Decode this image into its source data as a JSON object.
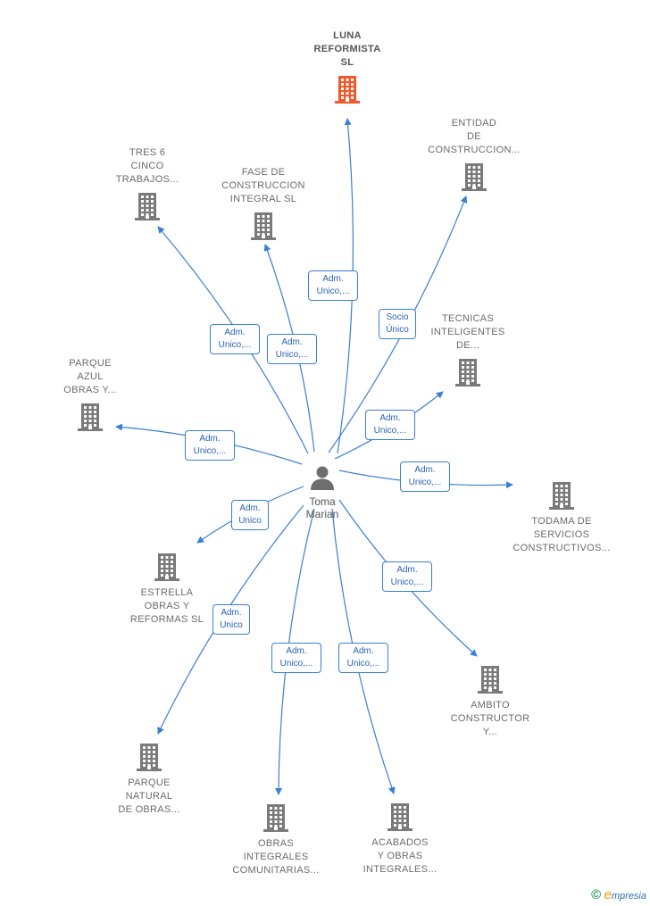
{
  "center": {
    "label": "Toma\nMarian",
    "icon": "person-icon"
  },
  "colors": {
    "edge": "#3a7fd5",
    "building": "#7a7a7a",
    "highlight_building": "#f05a2a"
  },
  "nodes": [
    {
      "id": "luna",
      "label": "LUNA\nREFORMISTA\nSL",
      "highlight": true,
      "role": "Adm.\nUnico,..."
    },
    {
      "id": "entidad",
      "label": "ENTIDAD\nDE\nCONSTRUCCION...",
      "role": "Socio\nÚnico"
    },
    {
      "id": "tres6",
      "label": "TRES 6\nCINCO\nTRABAJOS...",
      "role": "Adm.\nUnico,..."
    },
    {
      "id": "fase",
      "label": "FASE DE\nCONSTRUCCION\nINTEGRAL  SL",
      "role": "Adm.\nUnico,..."
    },
    {
      "id": "tecnicas",
      "label": "TECNICAS\nINTELIGENTES\nDE...",
      "role": "Adm.\nUnico,..."
    },
    {
      "id": "parqueazul",
      "label": "PARQUE\nAZUL\nOBRAS Y...",
      "role": "Adm.\nUnico,..."
    },
    {
      "id": "todama",
      "label": "TODAMA DE\nSERVICIOS\nCONSTRUCTIVOS...",
      "role": "Adm.\nUnico,..."
    },
    {
      "id": "estrella",
      "label": "ESTRELLA\nOBRAS Y\nREFORMAS SL",
      "role": "Adm.\nUnico"
    },
    {
      "id": "ambito",
      "label": "AMBITO\nCONSTRUCTOR\nY...",
      "role": "Adm.\nUnico,..."
    },
    {
      "id": "parquenatural",
      "label": "PARQUE\nNATURAL\nDE OBRAS...",
      "role": "Adm.\nUnico"
    },
    {
      "id": "obras",
      "label": "OBRAS\nINTEGRALES\nCOMUNITARIAS...",
      "role": "Adm.\nUnico,..."
    },
    {
      "id": "acabados",
      "label": "ACABADOS\nY OBRAS\nINTEGRALES...",
      "role": "Adm.\nUnico,..."
    }
  ],
  "brand": {
    "copyright": "©",
    "e": "e",
    "rest": "mpresia"
  }
}
